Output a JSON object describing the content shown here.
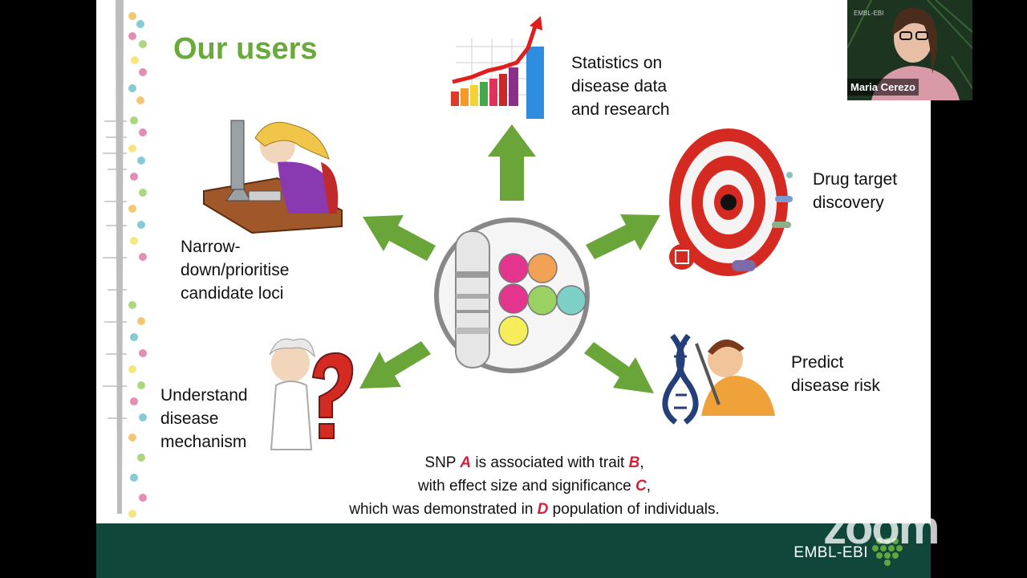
{
  "slide": {
    "title": "Our users",
    "use_cases": {
      "statistics": "Statistics on\ndisease data\nand research",
      "drug_target": "Drug target\ndiscovery",
      "predict_risk": "Predict\ndisease risk",
      "mechanism": "Understand\ndisease\nmechanism",
      "prioritise": "Narrow-\ndown/prioritise\ncandidate loci"
    },
    "caption": {
      "line1_a": "SNP ",
      "var_a": "A",
      "line1_b": " is associated with trait ",
      "var_b": "B",
      "line1_c": ",",
      "line2_a": "with effect size and significance ",
      "var_c": "C",
      "line2_b": ",",
      "line3_a": "which was demonstrated in ",
      "var_d": "D",
      "line3_b": " population of individuals."
    },
    "footer_logo": "EMBL-EBI"
  },
  "webcam": {
    "participant_name": "Maria Cerezo",
    "overlay_text": "EMBL-EBI"
  },
  "zoom_watermark": "zoom",
  "colors": {
    "title_green": "#6aaa3a",
    "arrow_green": "#6aa53a",
    "footer_teal": "#10473a",
    "emphasis_red": "#d21f3c"
  },
  "icons": [
    "chromosome-gwas-icon",
    "growth-chart-icon",
    "target-pills-icon",
    "dna-researcher-icon",
    "scientist-question-icon",
    "computer-user-icon"
  ]
}
